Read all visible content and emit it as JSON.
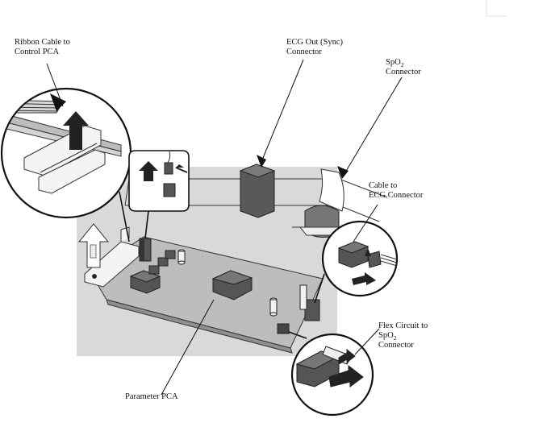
{
  "labels": {
    "ribbon_cable": {
      "line1": "Ribbon Cable to",
      "line2": "Control PCA"
    },
    "ecg_out": {
      "line1": "ECG Out (Sync)",
      "line2": "Connector"
    },
    "spo2_connector": {
      "line1_pre": "SpO",
      "line1_sub": "2",
      "line2": "Connector"
    },
    "cable_to_ecg": {
      "line1": "Cable to",
      "line2": "ECG Connector"
    },
    "flex_circuit": {
      "line1": "Flex Circuit to",
      "line2_pre": "SpO",
      "line2_sub": "2",
      "line3": "Connector"
    },
    "parameter_pca": {
      "line1": "Parameter PCA"
    }
  },
  "colors": {
    "background_panel": "#d9d9d9",
    "board": "#bdbdbd",
    "connector_dark": "#595959",
    "line": "#222222"
  }
}
